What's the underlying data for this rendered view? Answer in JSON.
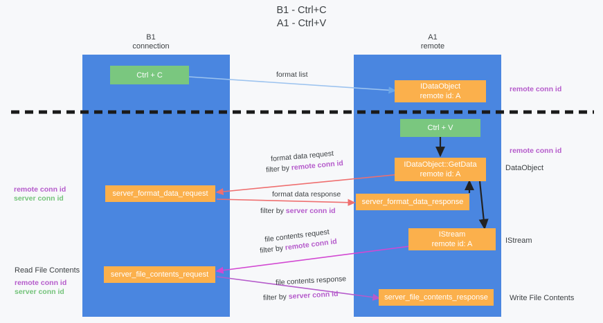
{
  "title": {
    "line1": "B1 - Ctrl+C",
    "line2": "A1 - Ctrl+V"
  },
  "lanes": [
    {
      "id": "b1",
      "header_line1": "B1",
      "header_line2": "connection",
      "color": "#4a86e0"
    },
    {
      "id": "a1",
      "header_line1": "A1",
      "header_line2": "remote",
      "color": "#4a86e0"
    }
  ],
  "nodes": {
    "ctrl_c": {
      "label": "Ctrl + C",
      "color": "#7ac77f"
    },
    "idataobject": {
      "line1": "IDataObject",
      "line2": "remote id: A",
      "color": "#fbb04c"
    },
    "ctrl_v": {
      "label": "Ctrl + V",
      "color": "#7ac77f"
    },
    "getdata": {
      "line1": "IDataObject::GetData",
      "line2": "remote id: A",
      "color": "#fbb04c"
    },
    "server_format_data_request": {
      "label": "server_format_data_request",
      "color": "#fbb04c"
    },
    "server_format_data_response": {
      "label": "server_format_data_response",
      "color": "#fbb04c"
    },
    "istream": {
      "line1": "IStream",
      "line2": "remote id: A",
      "color": "#fbb04c"
    },
    "server_file_contents_request": {
      "label": "server_file_contents_request",
      "color": "#fbb04c"
    },
    "server_file_contents_response": {
      "label": "server_file_contents_response",
      "color": "#fbb04c"
    }
  },
  "edge_labels": {
    "format_list": "format list",
    "format_data_request": "format data request",
    "format_data_request_filter_prefix": "filter by ",
    "format_data_request_filter_key": "remote conn id",
    "format_data_response": "format data response",
    "format_data_response_filter_prefix": "filter by ",
    "format_data_response_filter_key": "server conn id",
    "file_contents_request": "file contents request",
    "file_contents_request_filter_prefix": "filter by ",
    "file_contents_request_filter_key": "remote conn id",
    "file_contents_response": "file contents response",
    "file_contents_response_filter_prefix": "filter by ",
    "file_contents_response_filter_key": "server conn id"
  },
  "side_labels": {
    "right_remote_conn_id_top": "remote conn id",
    "right_remote_conn_id_mid": "remote conn id",
    "right_dataobject": "DataObject",
    "right_istream": "IStream",
    "right_write_file_contents": "Write File Contents",
    "left_remote_conn_id_mid": "remote conn id",
    "left_server_conn_id_mid": "server conn id",
    "left_read_file_contents": "Read File Contents",
    "left_remote_conn_id_bottom": "remote conn id",
    "left_server_conn_id_bottom": "server conn id"
  },
  "colors": {
    "lane": "#4a86e0",
    "green_node": "#7ac77f",
    "orange_node": "#fbb04c",
    "purple_text": "#b55bcb",
    "green_text": "#74c37a",
    "arrow_blue": "#9cc3ef",
    "arrow_red": "#ef6f6f",
    "arrow_magenta": "#d248d2",
    "arrow_purple": "#b55bcb",
    "arrow_dark": "#222222",
    "divider": "#1a1a1a",
    "background": "#f7f8fa"
  }
}
